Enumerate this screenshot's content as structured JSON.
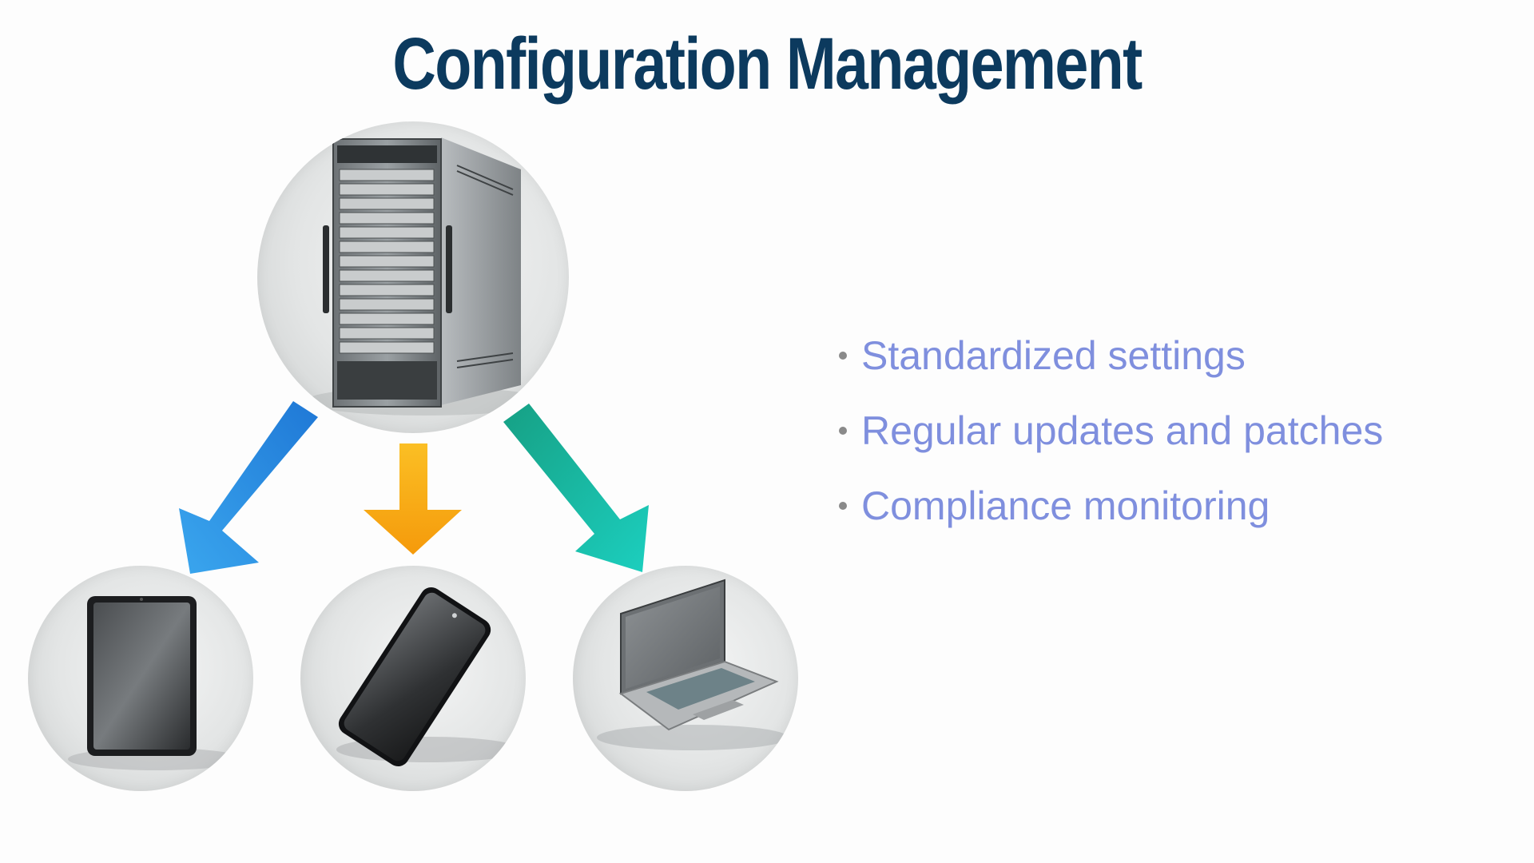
{
  "slide": {
    "title": "Configuration Management",
    "bullets": [
      "Standardized settings",
      "Regular updates and patches",
      "Compliance monitoring"
    ]
  },
  "images": {
    "server": "server-tower-image",
    "devices": [
      "tablet-image",
      "smartphone-image",
      "laptop-image"
    ]
  },
  "colors": {
    "title": "#0c3a5e",
    "bullet_text": "#7f8fde",
    "arrow_left": "#2a8fe0",
    "arrow_middle": "#f8a21a",
    "arrow_right": "#16b59c"
  }
}
